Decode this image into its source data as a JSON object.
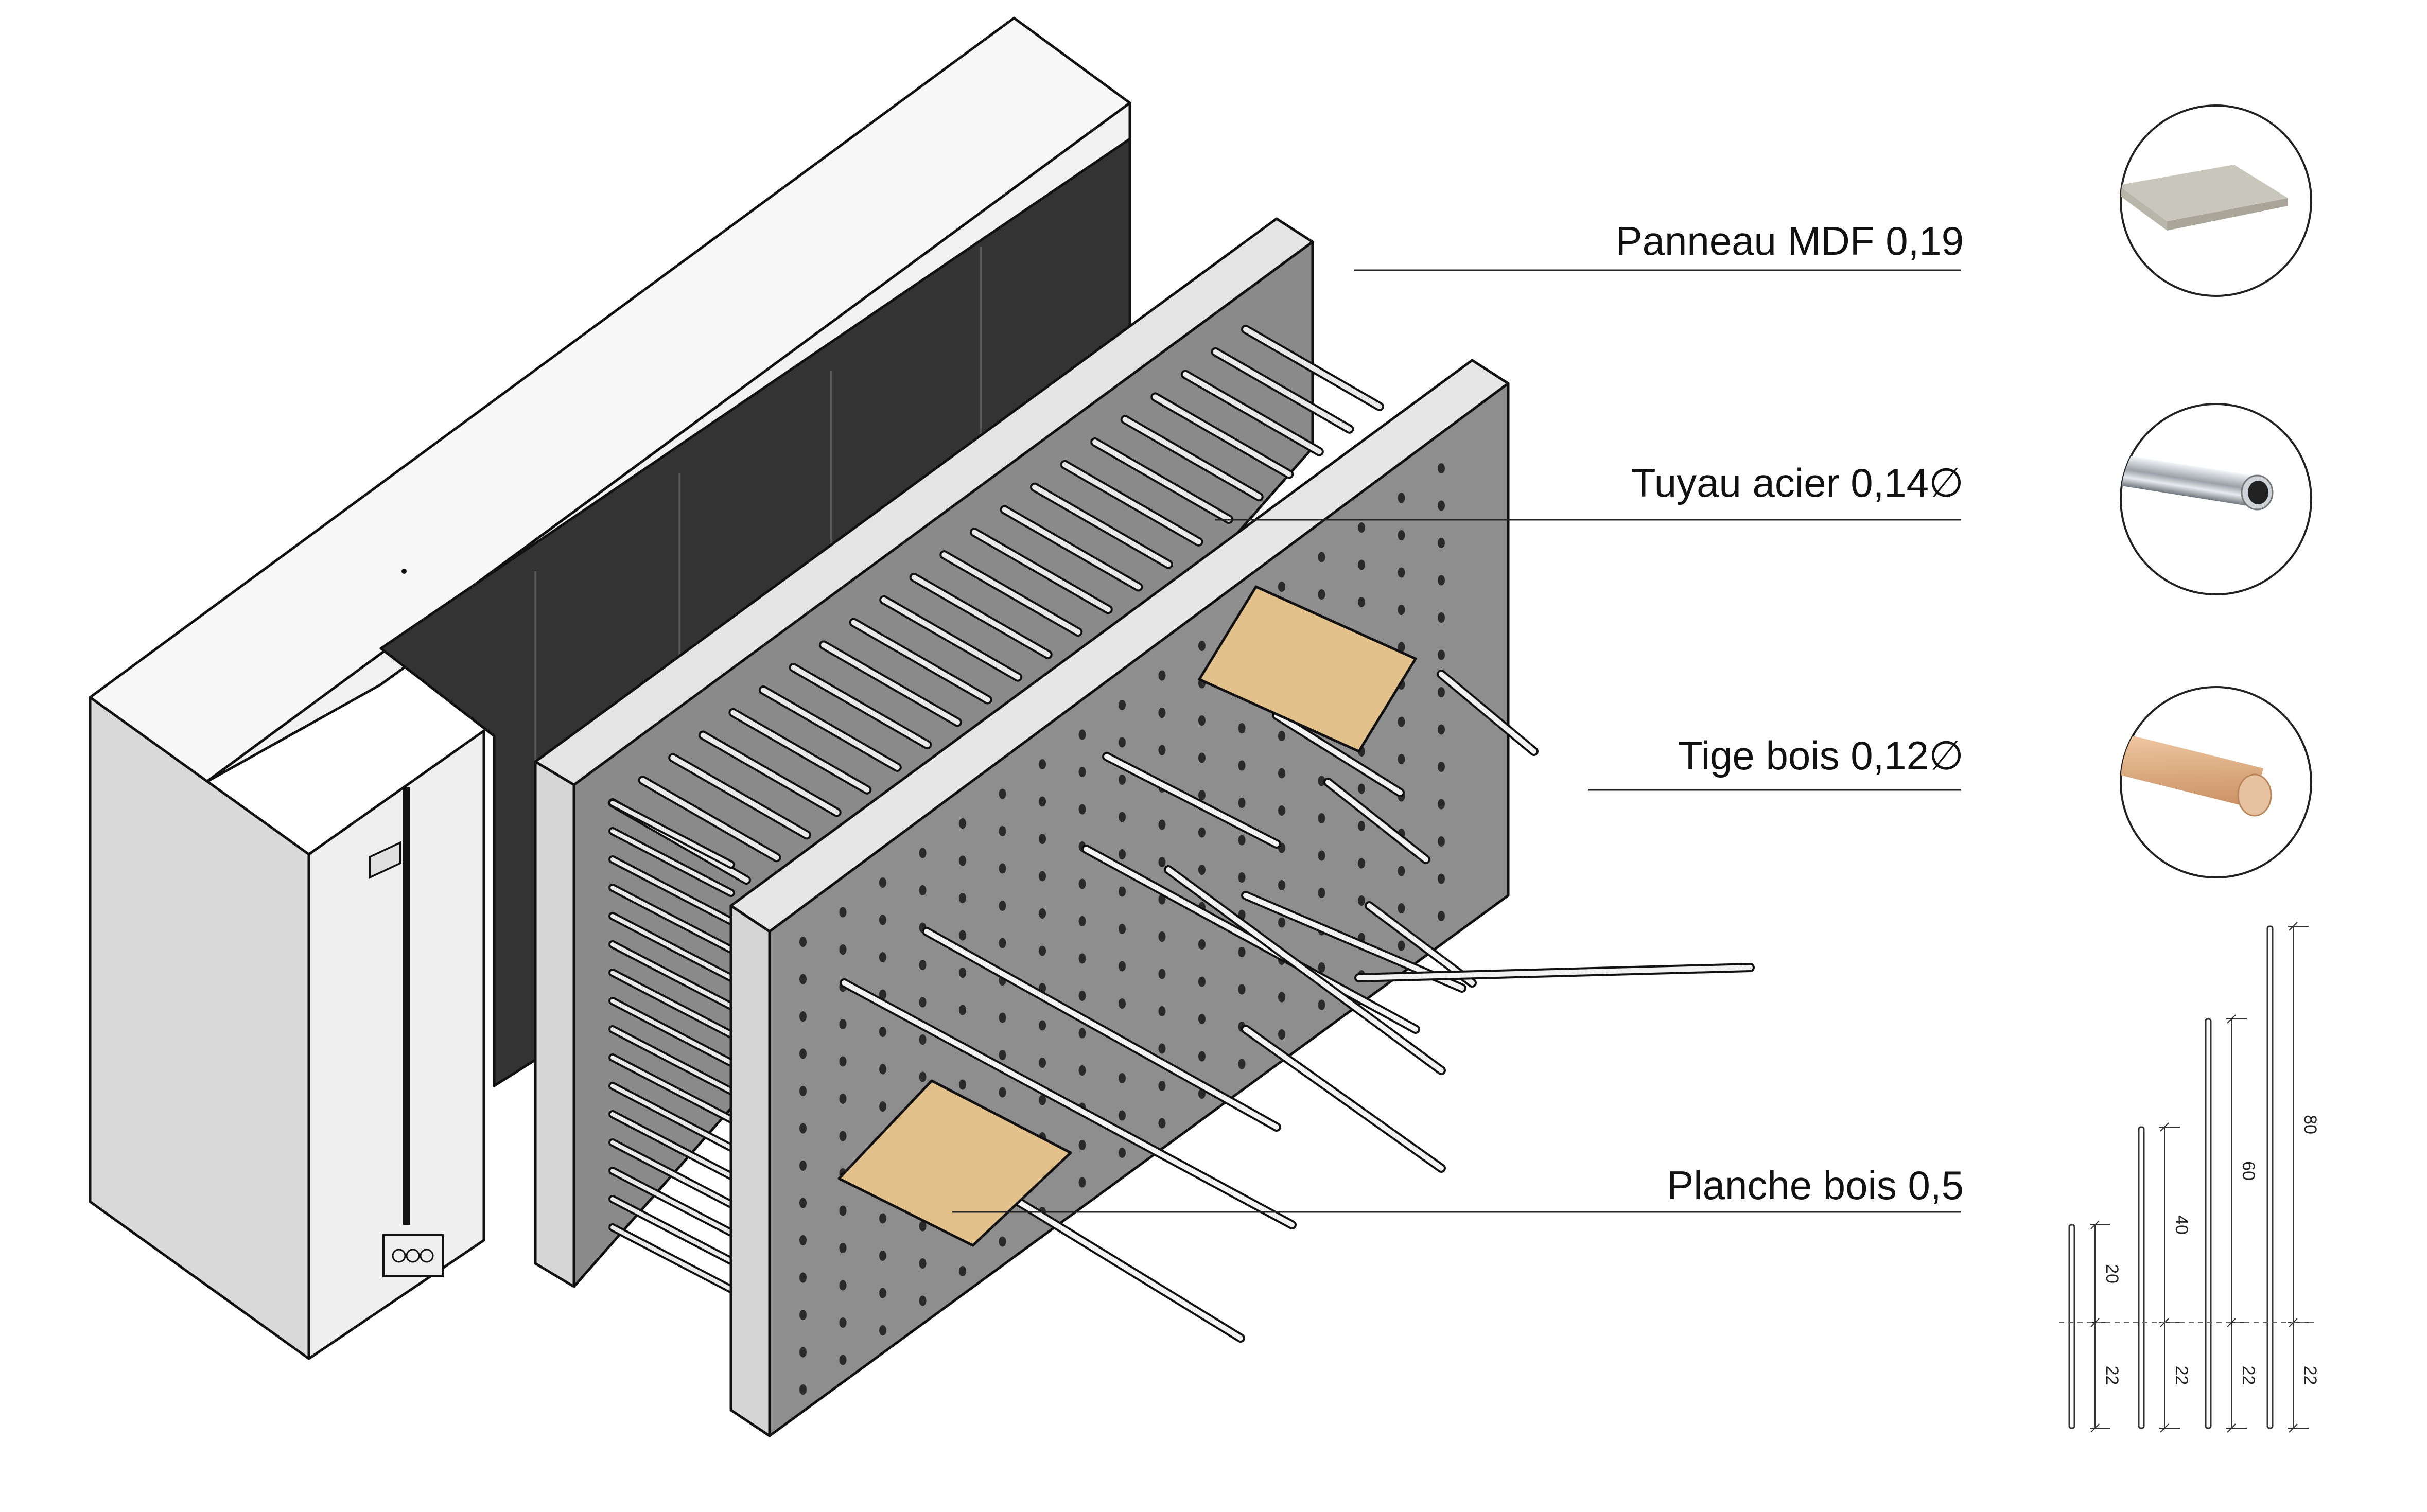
{
  "labels": {
    "mdf": "Panneau MDF 0,19",
    "steel": "Tuyau acier 0,14∅",
    "wood_rod": "Tige bois 0,12∅",
    "plank": "Planche bois 0,5"
  },
  "swatches": [
    {
      "name": "mdf-swatch",
      "color": "#c9c6bb"
    },
    {
      "name": "steel-pipe-swatch",
      "color": "#b9bec4"
    },
    {
      "name": "wood-rod-swatch",
      "color": "#e3b48c"
    }
  ],
  "rod_dimensions": [
    {
      "base": "22",
      "length": "20"
    },
    {
      "base": "22",
      "length": "40"
    },
    {
      "base": "22",
      "length": "60"
    },
    {
      "base": "22",
      "length": "80"
    }
  ],
  "colors": {
    "wall_white": "#f3f3f3",
    "wall_grey": "#d9d9d9",
    "dark_panel": "#333333",
    "panel_grey": "#8c8c8c",
    "panel_top": "#e6e6e6",
    "plank": "#e2c28a"
  }
}
